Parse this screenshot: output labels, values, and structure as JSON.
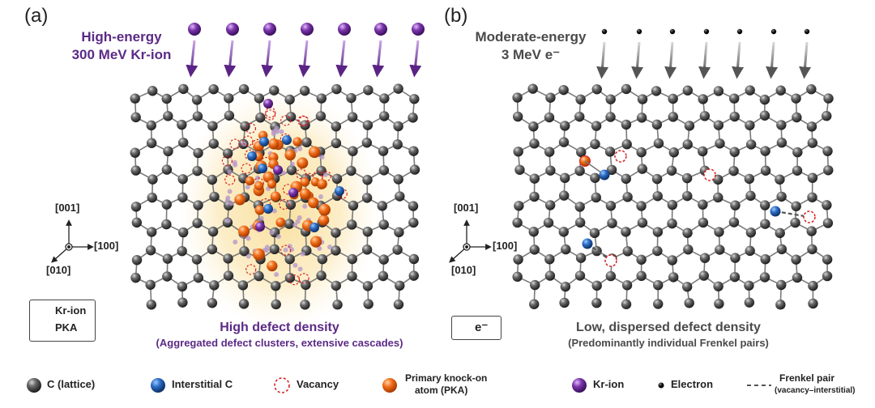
{
  "panels": {
    "a": {
      "label": "(a)",
      "beam_title_line1": "High-energy",
      "beam_title_line2": "300 MeV Kr-ion",
      "caption_main": "High defect density",
      "caption_sub": "(Aggregated defect clusters, extensive cascades)",
      "axes": {
        "up": "[001]",
        "right": "[100]",
        "down": "[010]"
      },
      "legend": [
        {
          "label": "Kr-ion",
          "color": "#6a2c91"
        },
        {
          "label": "PKA",
          "color": "#f06a12"
        }
      ]
    },
    "b": {
      "label": "(b)",
      "beam_title_line1": "Moderate-energy",
      "beam_title_line2": "3 MeV e⁻",
      "caption_main": "Low, dispersed defect density",
      "caption_sub": "(Predominantly individual Frenkel pairs)",
      "axes": {
        "up": "[001]",
        "right": "[100]",
        "down": "[010]"
      },
      "legend": [
        {
          "label": "e⁻",
          "color": "#111111"
        }
      ]
    }
  },
  "bottom_legend": {
    "lattice": "C (lattice)",
    "interstitial": "Interstitial C",
    "vacancy": "Vacancy",
    "pka_line1": "Primary knock-on",
    "pka_line2": "atom (PKA)",
    "kr_ion": "Kr-ion",
    "electron": "Electron",
    "frenkel_line1": "Frenkel pair",
    "frenkel_line2": "(vacancy–interstitial)"
  },
  "colors": {
    "carbon": "#3a3a3a",
    "interstitial": "#1f5fb0",
    "vacancy": "#d62020",
    "pka": "#f06a12",
    "kr_ion": "#6a2c91",
    "electron": "#111111",
    "halo": "#fbe9b8",
    "purple_text": "#5b2a86",
    "gray_text": "#4a4a4a"
  }
}
